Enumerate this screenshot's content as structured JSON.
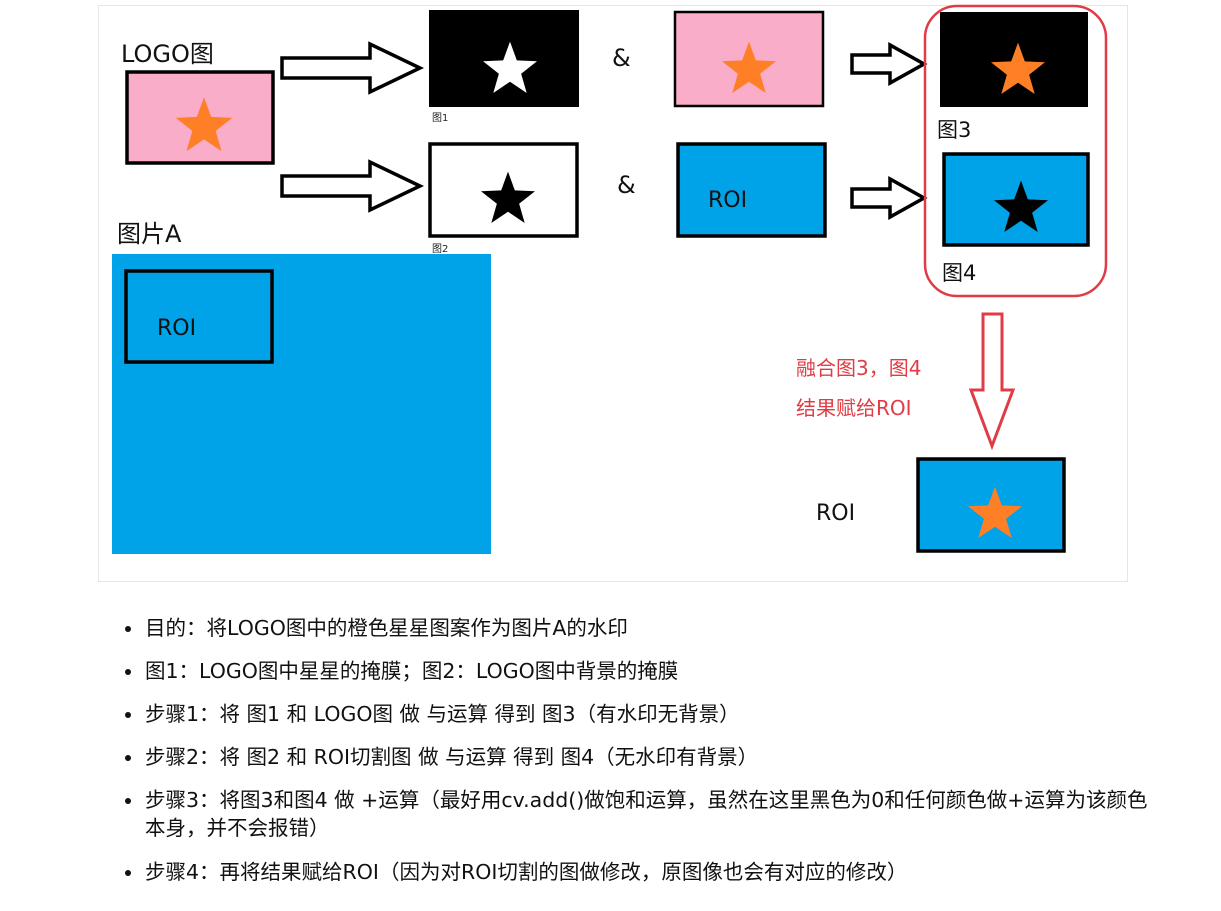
{
  "colors": {
    "pink": "#F9ADC9",
    "blue": "#00A2E8",
    "orange_star": "#FF7F27",
    "red": "#E03C46",
    "black": "#000000",
    "white": "#FFFFFF"
  },
  "labels": {
    "logo": "LOGO图",
    "image_a": "图片A",
    "fig1": "图1",
    "fig2": "图2",
    "fig3": "图3",
    "fig4": "图4",
    "amp_top": "&",
    "amp_bottom": "&",
    "roi_in_a": "ROI",
    "roi_box": "ROI",
    "roi_result": "ROI",
    "merge_line1": "融合图3，图4",
    "merge_line2": "结果赋给ROI"
  },
  "notes": [
    "目的：将LOGO图中的橙色星星图案作为图片A的水印",
    "图1：LOGO图中星星的掩膜；图2：LOGO图中背景的掩膜",
    "步骤1：将 图1 和 LOGO图 做 与运算 得到 图3（有水印无背景）",
    "步骤2：将 图2 和 ROI切割图 做 与运算 得到 图4（无水印有背景）",
    "步骤3：将图3和图4 做 +运算（最好用cv.add()做饱和运算，虽然在这里黑色为0和任何颜色做+运算为该颜色本身，并不会报错）",
    "步骤4：再将结果赋给ROI（因为对ROI切割的图做修改，原图像也会有对应的修改）"
  ]
}
